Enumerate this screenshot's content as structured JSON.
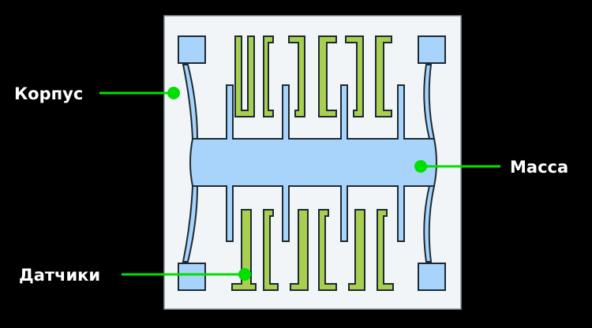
{
  "labels": {
    "housing": "Корпус",
    "mass": "Масса",
    "sensors": "Датчики"
  },
  "colors": {
    "background": "#000000",
    "die": "#f2f5f7",
    "structure_blue": "#a8d4fb",
    "sensor_green": "#a8cf4f",
    "outline": "#1c2a33",
    "pointer": "#00e000",
    "label_text": "#ffffff"
  }
}
